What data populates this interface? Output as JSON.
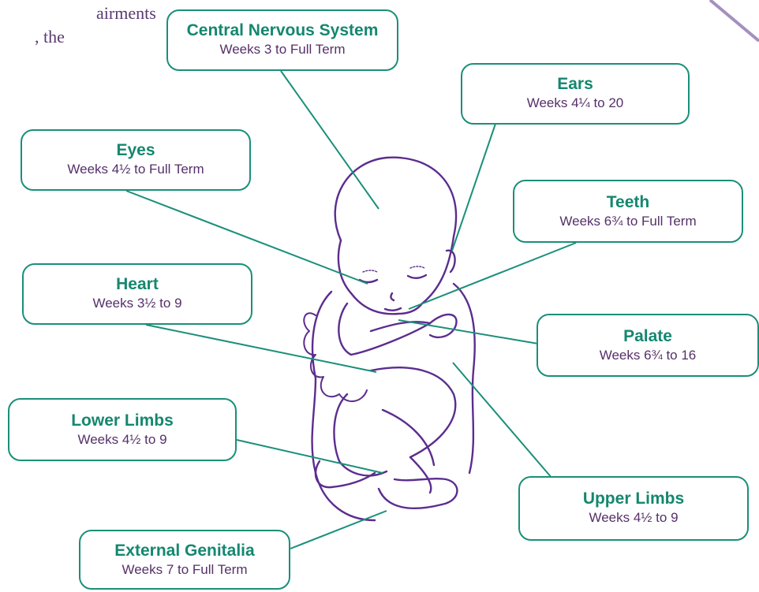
{
  "intro_fragment": {
    "line1": "airments",
    "line2": ", the"
  },
  "colors": {
    "label_title": "#14876f",
    "label_text": "#553069",
    "leader_line": "#1a8f79",
    "fetus_outline": "#5b2d8e"
  },
  "labels": [
    {
      "id": "central-nervous-system",
      "title": "Central Nervous System",
      "period": "Weeks 3 to Full Term"
    },
    {
      "id": "ears",
      "title": "Ears",
      "period": "Weeks 4¼ to 20"
    },
    {
      "id": "eyes",
      "title": "Eyes",
      "period": "Weeks 4½ to Full Term"
    },
    {
      "id": "teeth",
      "title": "Teeth",
      "period": "Weeks 6¾ to Full Term"
    },
    {
      "id": "heart",
      "title": "Heart",
      "period": "Weeks 3½ to 9"
    },
    {
      "id": "palate",
      "title": "Palate",
      "period": "Weeks 6¾ to 16"
    },
    {
      "id": "lower-limbs",
      "title": "Lower Limbs",
      "period": "Weeks 4½ to 9"
    },
    {
      "id": "upper-limbs",
      "title": "Upper Limbs",
      "period": "Weeks 4½ to 9"
    },
    {
      "id": "external-genitalia",
      "title": "External Genitalia",
      "period": "Weeks 7 to Full Term"
    }
  ]
}
